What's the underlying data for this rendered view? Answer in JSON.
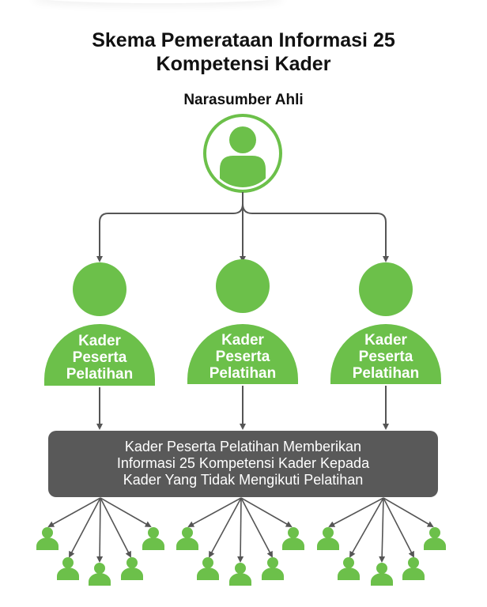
{
  "title": {
    "line1": "Skema Pemerataan Informasi 25",
    "line2": "Kompetensi Kader"
  },
  "expert": {
    "label": "Narasumber Ahli",
    "icon": "person-circle-icon"
  },
  "trainees": [
    {
      "lines": [
        "Kader",
        "Peserta",
        "Pelatihan"
      ]
    },
    {
      "lines": [
        "Kader",
        "Peserta",
        "Pelatihan"
      ]
    },
    {
      "lines": [
        "Kader",
        "Peserta",
        "Pelatihan"
      ]
    }
  ],
  "info_box": {
    "lines": [
      "Kader Peserta Pelatihan Memberikan",
      "Informasi 25 Kompetensi Kader Kepada",
      "Kader Yang Tidak Mengikuti Pelatihan"
    ]
  },
  "colors": {
    "green": "#6cc04a",
    "arrow": "#555555",
    "box": "#595959"
  }
}
